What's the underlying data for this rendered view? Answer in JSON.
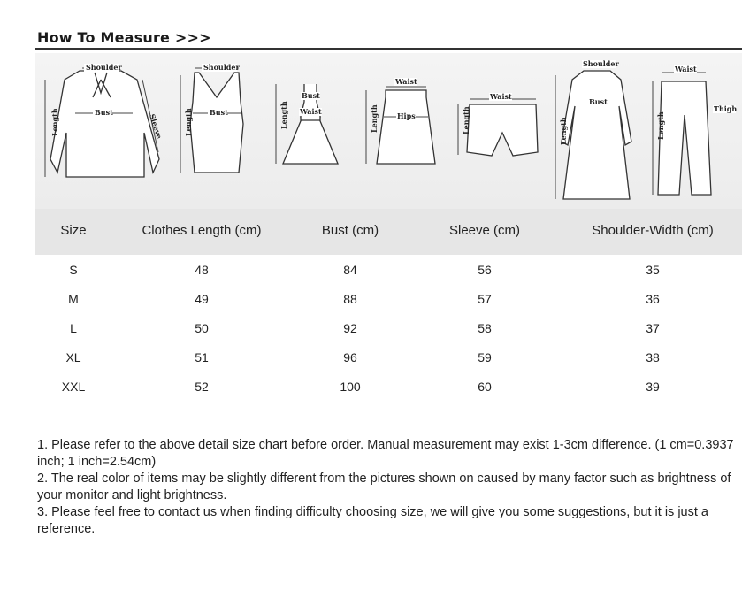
{
  "header": {
    "title": "How To Measure >>>"
  },
  "diagram_labels": {
    "blouse": {
      "shoulder": "Shoulder",
      "bust": "Bust",
      "sleeve": "Sleeve",
      "length": "Length"
    },
    "tank": {
      "shoulder": "Shoulder",
      "bust": "Bust",
      "length": "Length"
    },
    "dress": {
      "bust": "Bust",
      "waist": "Waist",
      "length": "Length"
    },
    "skirt": {
      "waist": "Waist",
      "hips": "Hips",
      "length": "Length"
    },
    "shorts": {
      "waist": "Waist",
      "length": "Length"
    },
    "coat": {
      "shoulder": "Shoulder",
      "bust": "Bust",
      "length": "Length"
    },
    "pants": {
      "waist": "Waist",
      "thigh": "Thigh",
      "length": "Length"
    }
  },
  "table": {
    "headers": [
      "Size",
      "Clothes Length  (cm)",
      "Bust (cm)",
      "Sleeve  (cm)",
      "Shoulder-Width  (cm)"
    ],
    "rows": [
      [
        "S",
        "48",
        "84",
        "56",
        "35"
      ],
      [
        "M",
        "49",
        "88",
        "57",
        "36"
      ],
      [
        "L",
        "50",
        "92",
        "58",
        "37"
      ],
      [
        "XL",
        "51",
        "96",
        "59",
        "38"
      ],
      [
        "XXL",
        "52",
        "100",
        "60",
        "39"
      ]
    ]
  },
  "notes": [
    "1. Please refer to the above detail size chart before order. Manual measurement may exist 1-3cm difference. (1 cm=0.3937 inch; 1 inch=2.54cm)",
    "2. The real color of items may be slightly different from the pictures shown on caused by many factor such as brightness of your monitor and light brightness.",
    "3. Please feel free to contact us when finding difficulty choosing size, we will give you some suggestions, but it is just a reference."
  ]
}
